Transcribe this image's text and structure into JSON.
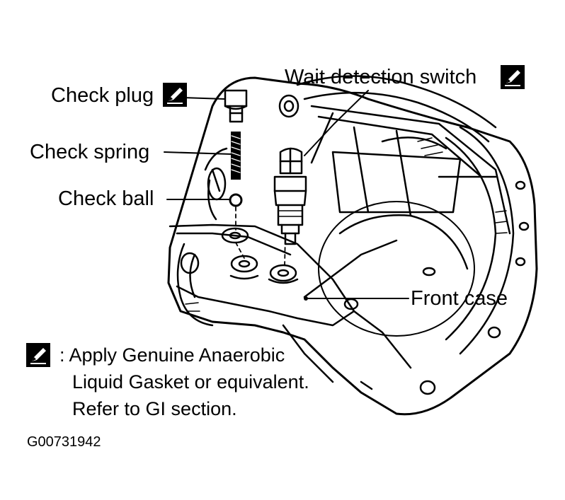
{
  "labels": {
    "check_plug": "Check plug",
    "check_spring": "Check spring",
    "check_ball": "Check ball",
    "wait_switch": "Wait detection switch",
    "front_case": "Front case"
  },
  "note": {
    "line1": ": Apply Genuine Anaerobic",
    "line2": "Liquid Gasket or equivalent.",
    "line3": "Refer  to GI section."
  },
  "figure_id": "G00731942",
  "icons": {
    "sealant": "sealant-pen-icon"
  }
}
